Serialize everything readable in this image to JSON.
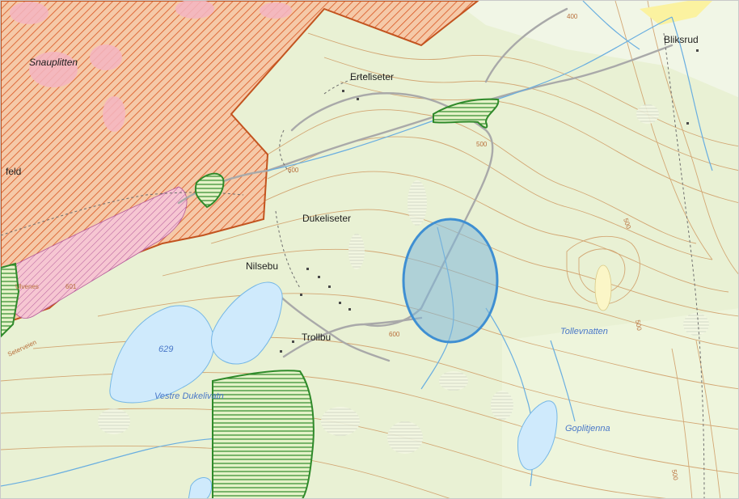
{
  "map": {
    "places": {
      "bliksrud": "Bliksrud",
      "erteliseter": "Erteliseter",
      "dukeliseter": "Dukeliseter",
      "nilsebu": "Nilsebu",
      "trollbu": "Trollbu",
      "snaupe": "Snauplitten",
      "feld": "feld"
    },
    "water": {
      "vestre": "Vestre Dukelivatn",
      "tollevnatten": "Tollevnatten",
      "gopl": "Goplitjenna",
      "lake_elev": "629"
    },
    "contours": {
      "c400": "400",
      "c500": "500",
      "c600a": "600",
      "c600b": "600",
      "c500b": "500",
      "c500c": "500",
      "c500d": "500"
    },
    "zone_labels": {
      "pink_a": "Ulvenes",
      "pink_b": "601",
      "road": "Seterveien"
    },
    "colors": {
      "land": "#f3f7e3",
      "forest": "#e6f0cf",
      "contour": "#cf9a63",
      "water": "#cfeafc",
      "water_edge": "#75b7e6",
      "stream": "#69aee0",
      "protected_border": "#c3541f",
      "protected_hatch": "#d9531e",
      "reserve_green": "#2f8a2a",
      "marker_fill": "#7fb6d8",
      "marker_edge": "#3f8fd2",
      "pink_zone": "#f3b9c4",
      "road": "#b9b9b9"
    }
  }
}
